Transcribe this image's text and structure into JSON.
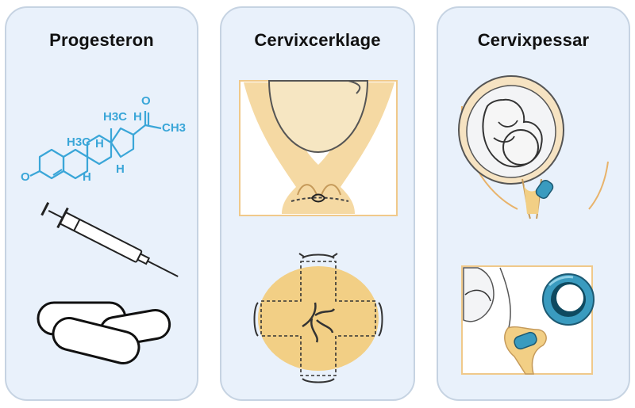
{
  "panels": [
    {
      "title": "Progesteron",
      "molecule": {
        "labels": [
          "O",
          "H3C",
          "H",
          "H",
          "H3C",
          "H",
          "H",
          "O",
          "CH3"
        ]
      }
    },
    {
      "title": "Cervixcerklage"
    },
    {
      "title": "Cervixpessar"
    }
  ],
  "colors": {
    "panel_bg": "#e9f1fb",
    "panel_border": "#c6d3e2",
    "molecule_blue": "#3aa6d8",
    "tissue_tan": "#f5d9a3",
    "cervix_yellow": "#f2cf85",
    "pessary_blue": "#3a9bbf"
  }
}
